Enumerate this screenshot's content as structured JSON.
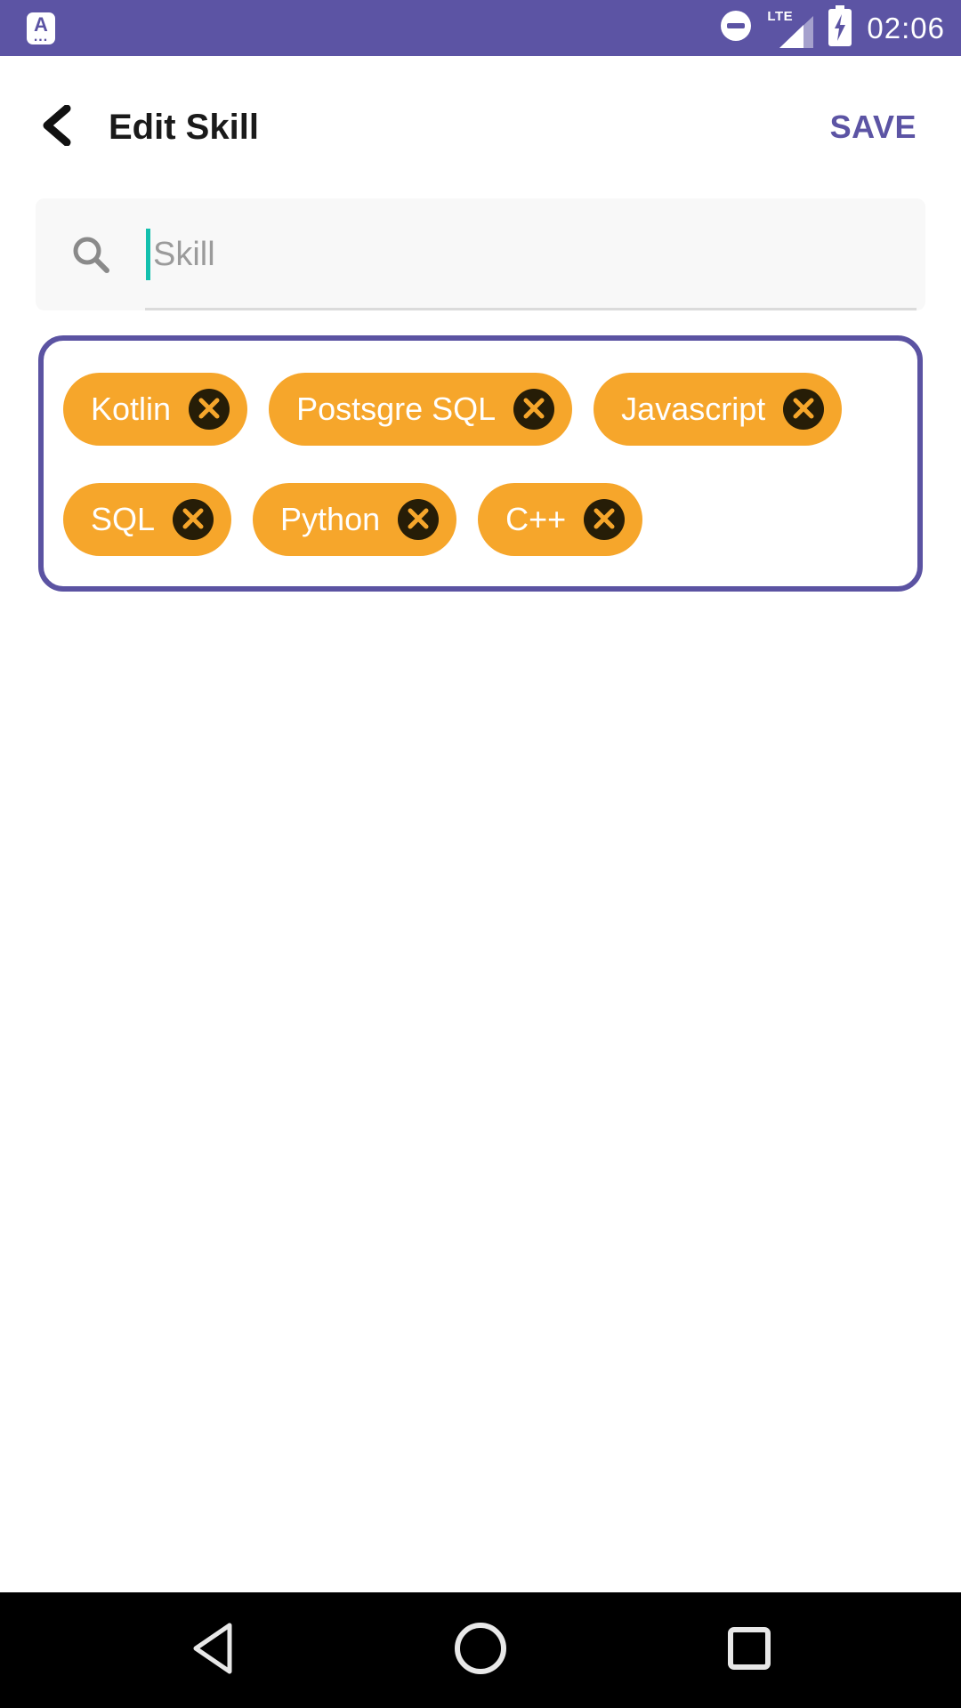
{
  "status_bar": {
    "time": "02:06",
    "network_badge": "LTE",
    "app_icon_letter": "A",
    "app_icon_dots": "...",
    "bg_color": "#5C54A4",
    "icons": [
      "app-shortcut",
      "do-not-disturb",
      "lte-signal",
      "battery-charging"
    ]
  },
  "app_bar": {
    "title": "Edit Skill",
    "save_label": "SAVE",
    "accent_color": "#5C54A4"
  },
  "search": {
    "placeholder": "Skill",
    "cursor_color": "#14C0AE"
  },
  "skills": {
    "chip_color": "#F6A62B",
    "chips": [
      {
        "label": "Kotlin"
      },
      {
        "label": "Postsgre SQL"
      },
      {
        "label": "Javascript"
      },
      {
        "label": "SQL"
      },
      {
        "label": "Python"
      },
      {
        "label": "C++"
      }
    ]
  },
  "nav_bar": {
    "items": [
      "back",
      "home",
      "recents"
    ]
  }
}
